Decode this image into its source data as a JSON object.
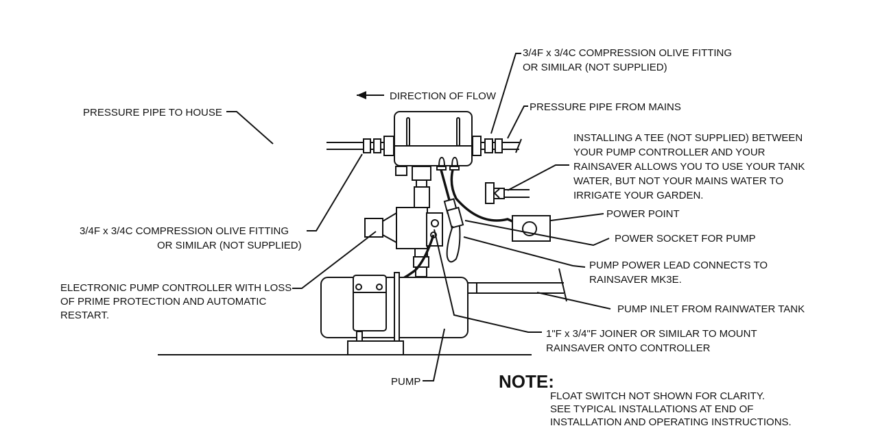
{
  "labels": {
    "fitting_top": [
      "3/4F x 3/4C COMPRESSION OLIVE FITTING",
      "OR SIMILAR (NOT SUPPLIED)"
    ],
    "direction": "DIRECTION OF FLOW",
    "pipe_to_house": "PRESSURE PIPE TO HOUSE",
    "pipe_from_mains": "PRESSURE PIPE FROM MAINS",
    "tee_note": [
      "INSTALLING A TEE (NOT SUPPLIED) BETWEEN",
      "YOUR PUMP CONTROLLER AND YOUR",
      "RAINSAVER ALLOWS YOU TO USE YOUR TANK",
      "WATER, BUT NOT YOUR MAINS WATER TO",
      "IRRIGATE YOUR GARDEN."
    ],
    "power_point": "POWER POINT",
    "power_socket": "POWER SOCKET FOR PUMP",
    "fitting_left": [
      "3/4F x 3/4C COMPRESSION OLIVE FITTING",
      "OR SIMILAR (NOT SUPPLIED)"
    ],
    "power_lead": [
      "PUMP POWER LEAD CONNECTS TO",
      "RAINSAVER MK3E."
    ],
    "controller": [
      "ELECTRONIC PUMP CONTROLLER WITH LOSS",
      "OF PRIME PROTECTION AND AUTOMATIC",
      "RESTART."
    ],
    "pump_inlet": "PUMP INLET FROM RAINWATER TANK",
    "joiner": [
      "1\"F x 3/4\"F JOINER OR SIMILAR TO MOUNT",
      "RAINSAVER ONTO CONTROLLER"
    ],
    "pump": "PUMP",
    "note_title": "NOTE:",
    "note_body": [
      "FLOAT SWITCH NOT SHOWN FOR CLARITY.",
      "SEE TYPICAL INSTALLATIONS AT END OF",
      "INSTALLATION AND OPERATING INSTRUCTIONS."
    ]
  }
}
